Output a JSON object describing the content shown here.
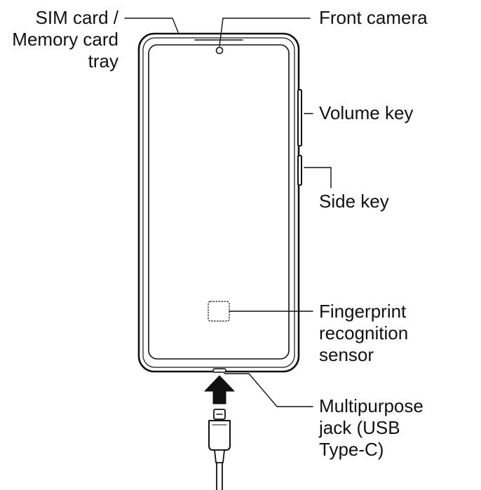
{
  "labels": {
    "sim_tray": [
      "SIM card /",
      "Memory card",
      "tray"
    ],
    "front_camera": "Front camera",
    "volume_key": "Volume key",
    "side_key": "Side key",
    "fingerprint": [
      "Fingerprint",
      "recognition",
      "sensor"
    ],
    "multipurpose_jack": [
      "Multipurpose",
      "jack (USB",
      "Type-C)"
    ]
  },
  "colors": {
    "ink": "#111111",
    "background": "#ffffff"
  }
}
